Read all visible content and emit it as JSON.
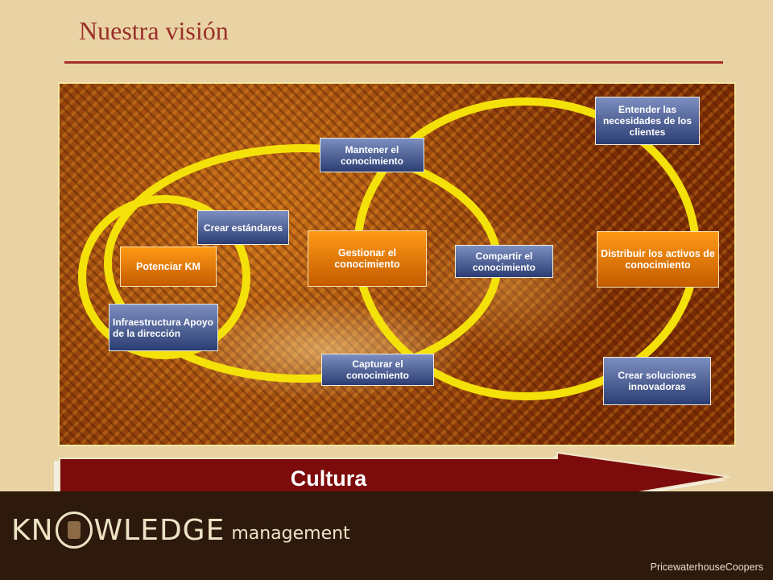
{
  "title": "Nuestra visión",
  "diagram": {
    "boxes": {
      "potenciar": "Potenciar  KM",
      "infraestructura": "Infraestructura Apoyo de la dirección",
      "crear_estandares": "Crear estándares",
      "mantener": "Mantener el conocimiento",
      "gestionar": "Gestionar el conocimiento",
      "capturar": "Capturar el conocimiento",
      "compartir": "Compartir el conocimiento",
      "entender": "Entender las necesidades de los clientes",
      "distribuir": "Distribuir los activos de conocimiento",
      "crear_soluciones": "Crear soluciones innovadoras"
    },
    "arrow_label": "Cultura"
  },
  "logo": {
    "part1": "KN",
    "part2": "WLEDGE",
    "sub": "management"
  },
  "footer": "PricewaterhouseCoopers",
  "colors": {
    "title": "#9a2f2a",
    "ring": "#f4e10a",
    "blue_box": "#3d5088",
    "orange_box": "#e67a06",
    "arrow": "#7c0b0b"
  }
}
